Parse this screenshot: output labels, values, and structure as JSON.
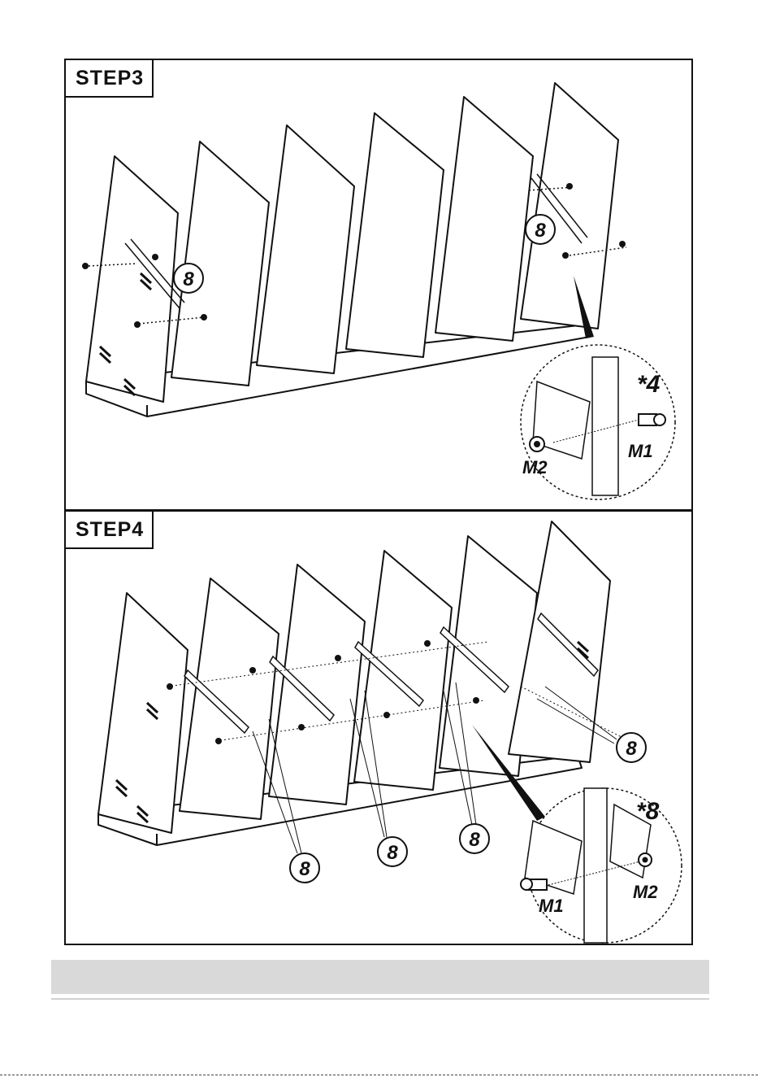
{
  "steps": [
    {
      "label": "STEP3",
      "part_callouts": [
        "8",
        "8"
      ],
      "detail": {
        "quantity": "*4",
        "bolt_label": "M1",
        "nut_label": "M2"
      }
    },
    {
      "label": "STEP4",
      "part_callouts": [
        "8",
        "8",
        "8",
        "8"
      ],
      "detail": {
        "quantity": "*8",
        "bolt_label": "M1",
        "nut_label": "M2"
      }
    }
  ],
  "colors": {
    "line": "#111111",
    "footer_bar": "#d9d9d9"
  }
}
